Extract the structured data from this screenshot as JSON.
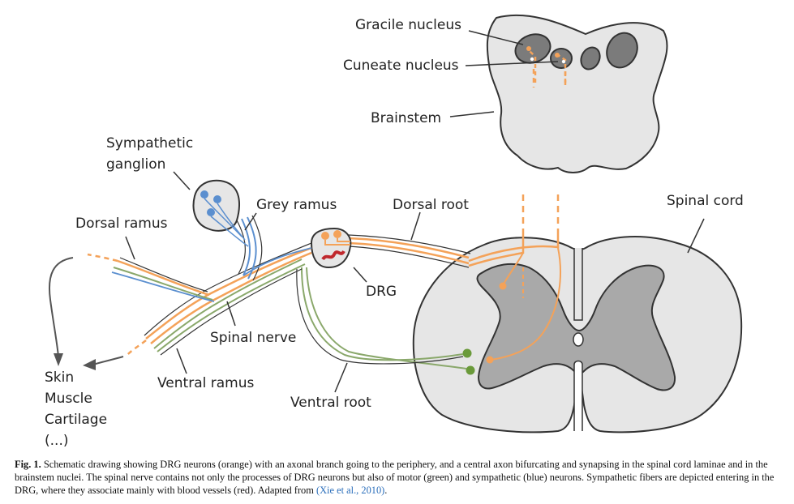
{
  "labels": {
    "gracile_nucleus": "Gracile nucleus",
    "cuneate_nucleus": "Cuneate nucleus",
    "brainstem": "Brainstem",
    "sympathetic_ganglion_line1": "Sympathetic",
    "sympathetic_ganglion_line2": "ganglion",
    "grey_ramus": "Grey ramus",
    "dorsal_root": "Dorsal root",
    "spinal_cord": "Spinal cord",
    "dorsal_ramus": "Dorsal ramus",
    "drg": "DRG",
    "spinal_nerve": "Spinal nerve",
    "ventral_ramus": "Ventral ramus",
    "ventral_root": "Ventral root",
    "targets": [
      "Skin",
      "Muscle",
      "Cartilage",
      "(...)"
    ]
  },
  "caption": {
    "fig_label": "Fig. 1.",
    "text": "Schematic drawing showing DRG neurons (orange) with an axonal branch going to the periphery, and a central axon bifurcating and synapsing in the spinal cord laminae and in the brainstem nuclei. The spinal nerve contains not only the processes of DRG neurons but also of motor (green) and sympathetic (blue) neurons. Sympathetic fibers are depicted entering in the DRG, where they associate mainly with blood vessels (red). Adapted from ",
    "reference": "(Xie et al., 2010)",
    "end": "."
  },
  "colors": {
    "sensory_orange": "#f4a259",
    "motor_green": "#8aa86b",
    "sympathetic_blue": "#5b8fcf",
    "vessel_red": "#c0282d",
    "tissue_light": "#e6e6e6",
    "grey_matter": "#a9a9a9",
    "reference_link": "#2a6ebb"
  }
}
